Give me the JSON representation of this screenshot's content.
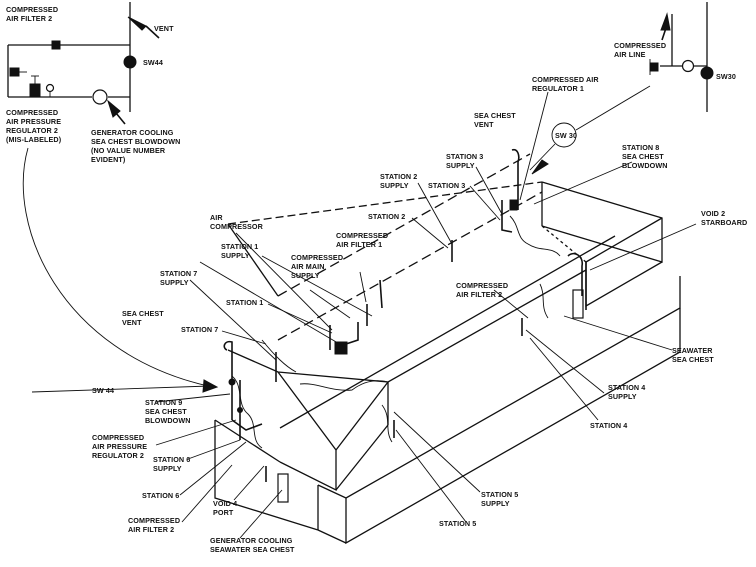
{
  "labels": {
    "compressed_air_filter_2_top": [
      "COMPRESSED",
      "AIR FILTER 2"
    ],
    "vent_top": [
      "VENT"
    ],
    "sw44_inset": [
      "SW44"
    ],
    "regulator_2_top": [
      "COMPRESSED",
      "AIR PRESSURE",
      "REGULATOR 2",
      "(MIS-LABELED)"
    ],
    "gen_cooling_blowdown": [
      "GENERATOR COOLING",
      "SEA CHEST BLOWDOWN",
      "(NO VALUE NUMBER",
      "EVIDENT)"
    ],
    "compressed_air_line": [
      "COMPRESSED",
      "AIR LINE"
    ],
    "sw30_inset": [
      "SW30"
    ],
    "regulator_1": [
      "COMPRESSED AIR",
      "REGULATOR 1"
    ],
    "sea_chest_vent_right": [
      "SEA CHEST",
      "VENT"
    ],
    "sw30_circle": [
      "SW 30"
    ],
    "station_8_blowdown": [
      "STATION 8",
      "SEA CHEST",
      "BLOWDOWN"
    ],
    "station_3_supply": [
      "STATION 3",
      "SUPPLY"
    ],
    "station_3": [
      "STATION 3"
    ],
    "station_2_supply": [
      "STATION 2",
      "SUPPLY"
    ],
    "station_2": [
      "STATION 2"
    ],
    "void_2_starboard": [
      "VOID 2",
      "STARBOARD"
    ],
    "air_compressor": [
      "AIR",
      "COMPRESSOR"
    ],
    "station_1_supply": [
      "STATION 1",
      "SUPPLY"
    ],
    "compressed_air_filter_1": [
      "COMPRESSED",
      "AIR FILTER 1"
    ],
    "compressed_air_main_supply": [
      "COMPRESSED",
      "AIR MAIN",
      "SUPPLY"
    ],
    "station_7_supply": [
      "STATION 7",
      "SUPPLY"
    ],
    "compressed_air_filter_2_mid": [
      "COMPRESSED",
      "AIR FILTER 2"
    ],
    "station_1": [
      "STATION 1"
    ],
    "sea_chest_vent_left": [
      "SEA CHEST",
      "VENT"
    ],
    "station_7": [
      "STATION 7"
    ],
    "seawater_sea_chest": [
      "SEAWATER",
      "SEA CHEST"
    ],
    "sw44_main": [
      "SW 44"
    ],
    "station_9_blowdown": [
      "STATION 9",
      "SEA CHEST",
      "BLOWDOWN"
    ],
    "station_4_supply": [
      "STATION 4",
      "SUPPLY"
    ],
    "regulator_2_main": [
      "COMPRESSED",
      "AIR PRESSURE",
      "REGULATOR 2"
    ],
    "station_6_supply": [
      "STATION 6",
      "SUPPLY"
    ],
    "station_4": [
      "STATION 4"
    ],
    "station_6": [
      "STATION 6"
    ],
    "void_4_port": [
      "VOID 4",
      "PORT"
    ],
    "station_5_supply": [
      "STATION 5",
      "SUPPLY"
    ],
    "compressed_air_filter_2_bottom": [
      "COMPRESSED",
      "AIR FILTER 2"
    ],
    "station_5": [
      "STATION 5"
    ],
    "gen_cooling_seawater": [
      "GENERATOR COOLING",
      "SEAWATER SEA CHEST"
    ]
  }
}
